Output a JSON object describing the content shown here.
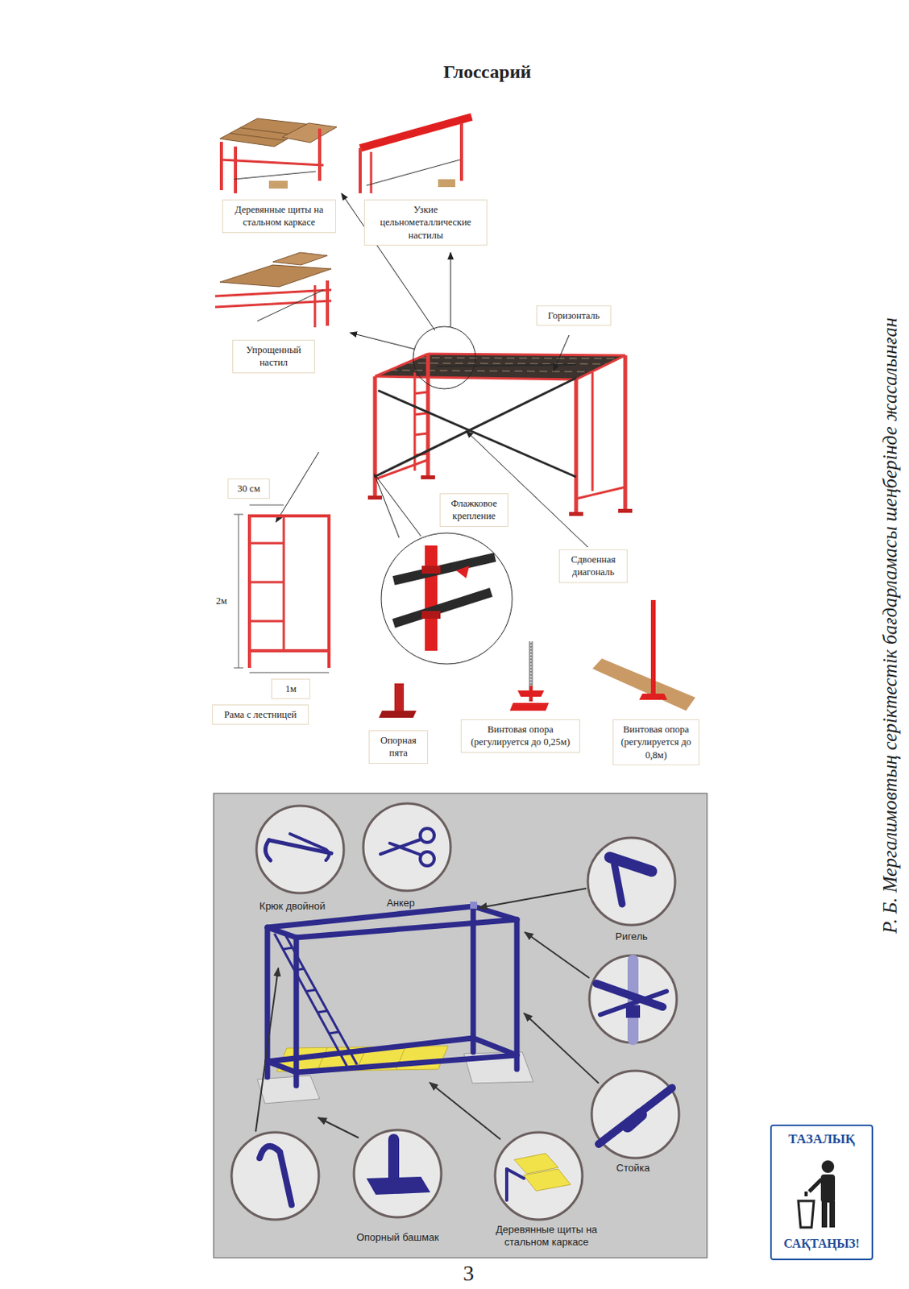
{
  "diagram": {
    "title": "Глоссарий",
    "nodes": [
      {
        "text": [
          "Деревянные щиты на стальном каркасе"
        ]
      },
      {
        "text": [
          "Узкие цельнометаллические настилы"
        ]
      },
      {
        "text": [
          "Горизонталь"
        ]
      },
      {
        "text": [
          "Упрощенный настил"
        ]
      },
      {
        "text": [
          "30 см"
        ]
      },
      {
        "text": [
          "Флажковое крепление"
        ]
      },
      {
        "text": [
          "Сдвоенная диагональ"
        ]
      },
      {
        "text": [
          "1м"
        ]
      },
      {
        "text": [
          "Рама с лестницей"
        ]
      },
      {
        "text": [
          "Опорная пята"
        ]
      },
      {
        "text": [
          "Винтовая опора (регулируется до 0,25м)"
        ]
      },
      {
        "text": [
          "Винтовая опора (регулируется до 0,8м)"
        ]
      },
      {
        "text": [
          "ТАЗАЛЫҚ",
          "САҚТАҢЫЗ!"
        ]
      }
    ],
    "labels": [
      "2м",
      "Крюк двойной",
      "Анкер",
      "Ригель",
      "Стойка",
      "Опорный башмак",
      "Деревянные щиты на стальном каркасе",
      "3",
      "Р. Б. Мергалимовтың серіктестік бағдарламасы шеңберінде жасалынған"
    ]
  }
}
